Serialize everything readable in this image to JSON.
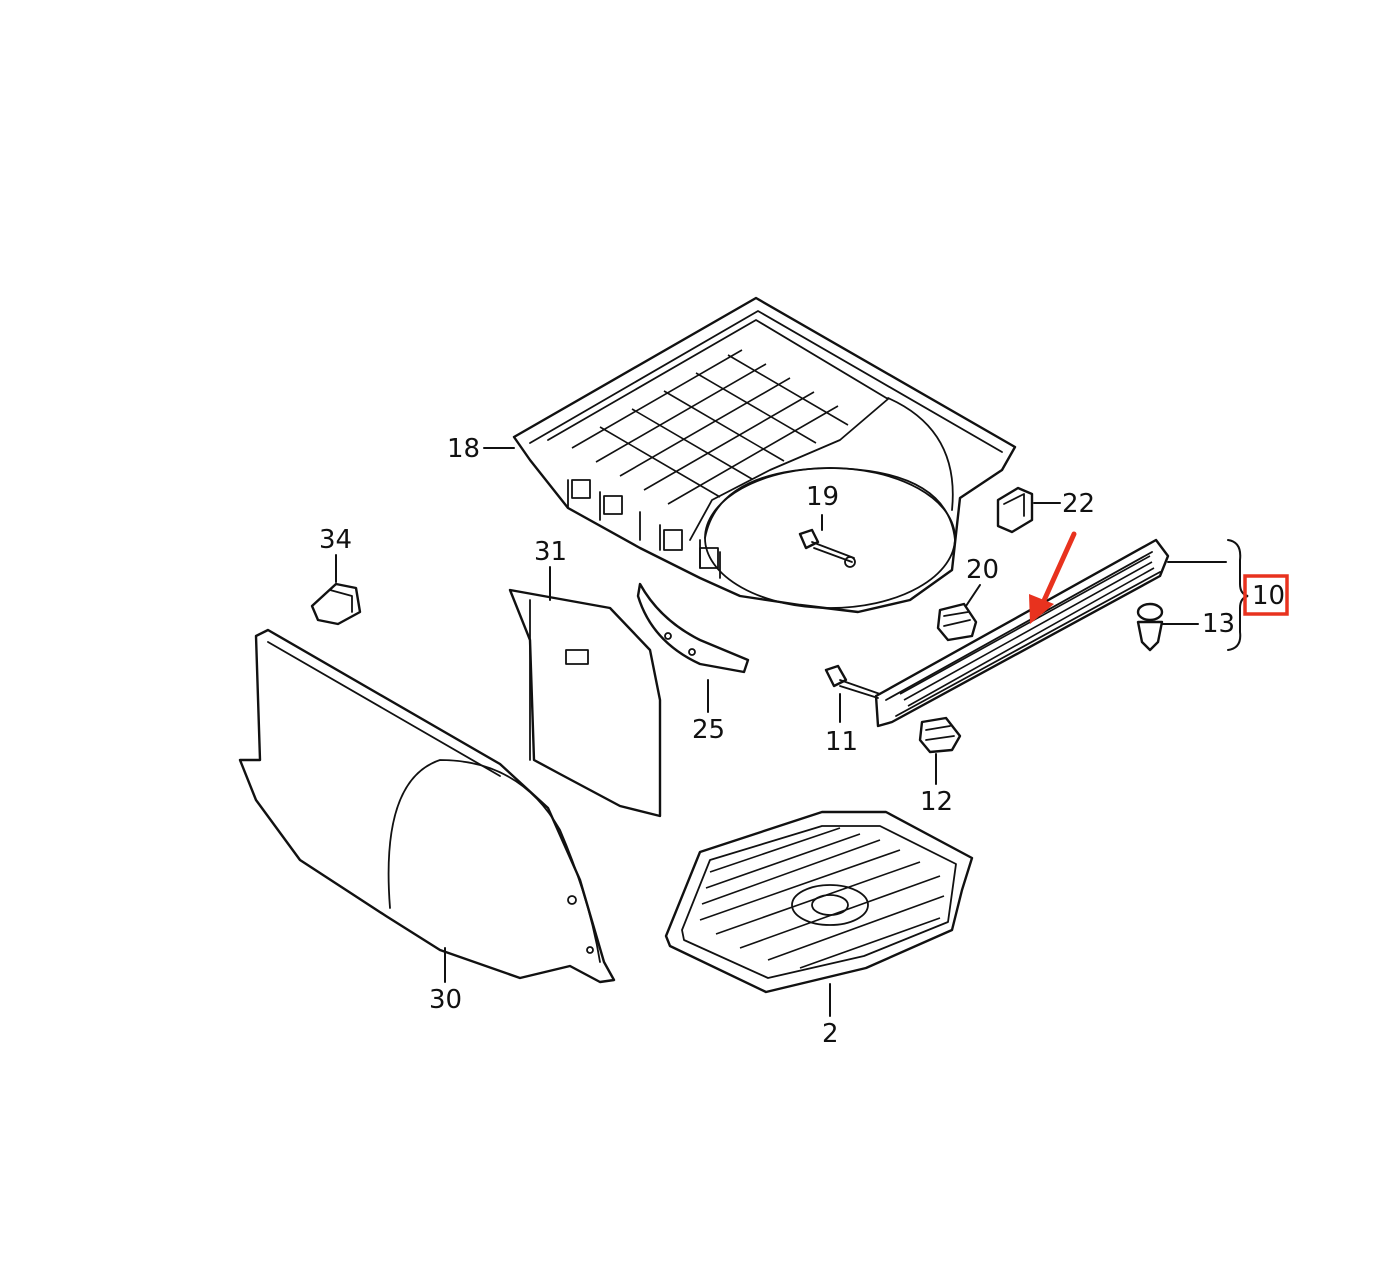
{
  "diagram": {
    "callouts": [
      "18",
      "19",
      "22",
      "34",
      "31",
      "20",
      "10",
      "13",
      "25",
      "11",
      "12",
      "30",
      "2"
    ],
    "highlighted_callout": "10",
    "annotation_color": "#e8321e",
    "line_color": "#111111",
    "background": "#ffffff"
  }
}
